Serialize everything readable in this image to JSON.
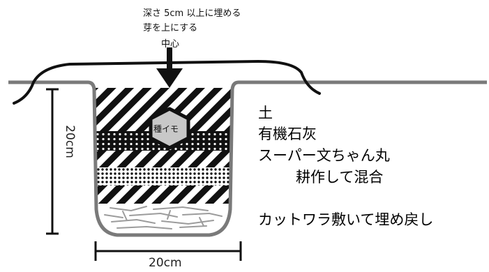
{
  "annotations": {
    "depth_note": "深さ 5cm 以上に埋める",
    "sprout_note": "芽を上にする",
    "center_note": "中心",
    "seed_potato": "種イモ",
    "height_dimension": "20cm",
    "width_dimension": "20cm"
  },
  "legend": {
    "soil": "土",
    "lime": "有機石灰",
    "fertilizer": "スーパー文ちゃん丸",
    "mix": "耕作して混合",
    "straw": "カットワラ敷いて埋め戻し"
  },
  "colors": {
    "ink": "#111111",
    "outline": "#7a7a7a",
    "straw_layer": "#9c9c9c"
  }
}
